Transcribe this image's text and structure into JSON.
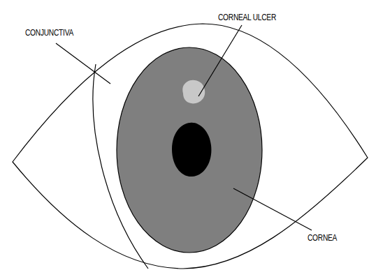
{
  "diagram": {
    "labels": [
      "CONJUNCTIVA",
      "CORNEAL ULCER",
      "CORNEA"
    ]
  }
}
